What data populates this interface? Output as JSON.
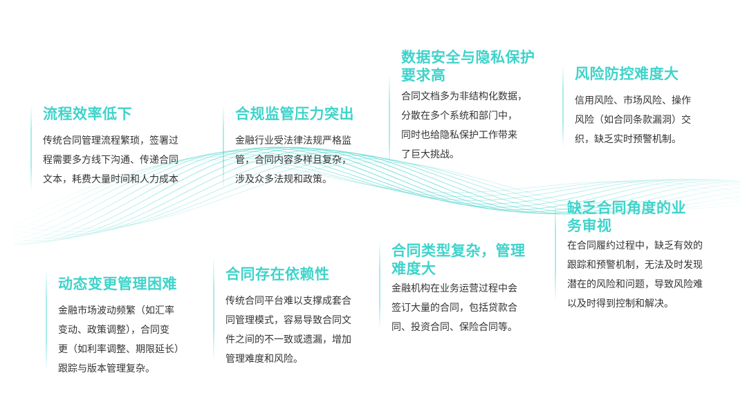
{
  "colors": {
    "accent": "#3fd3ca",
    "text": "#333333",
    "background": "#ffffff"
  },
  "cards": [
    {
      "id": "process-efficiency",
      "title": [
        "流程效率低下"
      ],
      "body": [
        "传统合同管理流程繁琐，签署过",
        "程需要多方线下沟通、传递合同",
        "文本，耗费大量时间和人力成本"
      ]
    },
    {
      "id": "compliance",
      "title": [
        "合规监管压力突出"
      ],
      "body": [
        "金融行业受法律法规严格监",
        "管，合同内容多样且复杂，",
        "涉及众多法规和政策。"
      ]
    },
    {
      "id": "data-security",
      "title": [
        "数据安全与隐私保护",
        "要求高"
      ],
      "body": [
        "合同文档多为非结构化数据，",
        "分散在多个系统和部门中，",
        "同时也给隐私保护工作带来",
        "了巨大挑战。"
      ]
    },
    {
      "id": "risk-control",
      "title": [
        "风险防控难度大"
      ],
      "body": [
        "信用风险、市场风险、操作",
        "风险（如合同条款漏洞）交",
        "织，缺乏实时预警机制。"
      ]
    },
    {
      "id": "dynamic-change",
      "title": [
        "动态变更管理困难"
      ],
      "body": [
        "金融市场波动频繁（如汇率",
        "变动、政策调整），合同变",
        "更（如利率调整、期限延长）",
        "跟踪与版本管理复杂。"
      ]
    },
    {
      "id": "dependency",
      "title": [
        "合同存在依赖性"
      ],
      "body": [
        "传统合同平台难以支撑成套合",
        "同管理模式，容易导致合同文",
        "件之间的不一致或遗漏，增加",
        "管理难度和风险。"
      ]
    },
    {
      "id": "contract-types",
      "title": [
        "合同类型复杂，管理",
        "难度大"
      ],
      "body": [
        "金融机构在业务运营过程中会",
        "签订大量的合同，包括贷款合",
        "同、投资合同、保险合同等。"
      ]
    },
    {
      "id": "business-review",
      "title": [
        "缺乏合同角度的业",
        "务审视"
      ],
      "body": [
        "在合同履约过程中，缺乏有效的",
        "跟踪和预警机制，无法及时发现",
        "潜在的风险和问题，导致风险难",
        "以及时得到控制和解决。"
      ]
    }
  ]
}
